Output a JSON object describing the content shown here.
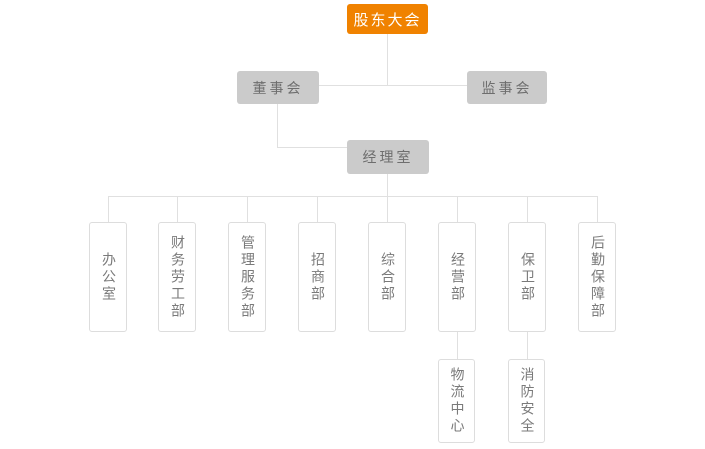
{
  "org_chart": {
    "nodes": {
      "shareholders": "股东大会",
      "board": "董事会",
      "supervisory": "监事会",
      "manager": "经理室"
    },
    "departments": [
      "办公室",
      "财务劳工部",
      "管理服务部",
      "招商部",
      "综合部",
      "经营部",
      "保卫部",
      "后勤保障部"
    ],
    "sub_departments": [
      {
        "label": "物流中心",
        "parent": "经营部"
      },
      {
        "label": "消防安全",
        "parent": "保卫部"
      }
    ],
    "colors": {
      "root_bg": "#f08200",
      "root_text": "#ffffff",
      "level2_bg": "#cbcbcb",
      "level2_text": "#6e6e6e",
      "leaf_border": "#dddddd",
      "leaf_text": "#7a7a7a",
      "connector_line": "#e0e0e0",
      "background": "#ffffff"
    }
  }
}
